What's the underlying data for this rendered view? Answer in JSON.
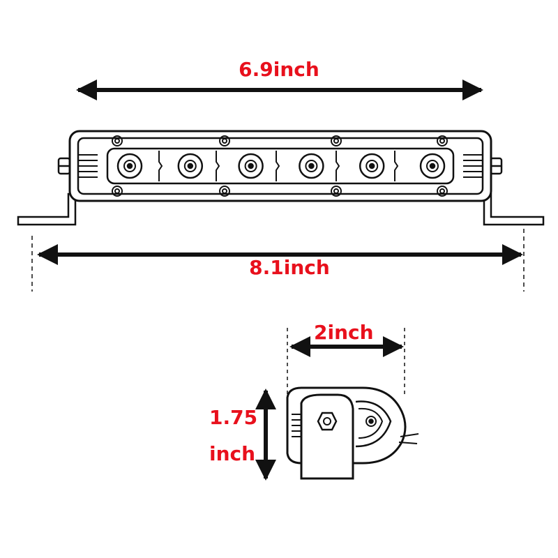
{
  "dimensions": {
    "bar_length": "6.9inch",
    "overall_length": "8.1inch",
    "side_width": "2inch",
    "side_height_value": "1.75",
    "side_height_unit": "inch"
  },
  "colors": {
    "label": "#e8101c",
    "line": "#111111",
    "background": "#ffffff"
  },
  "led_count": 6
}
